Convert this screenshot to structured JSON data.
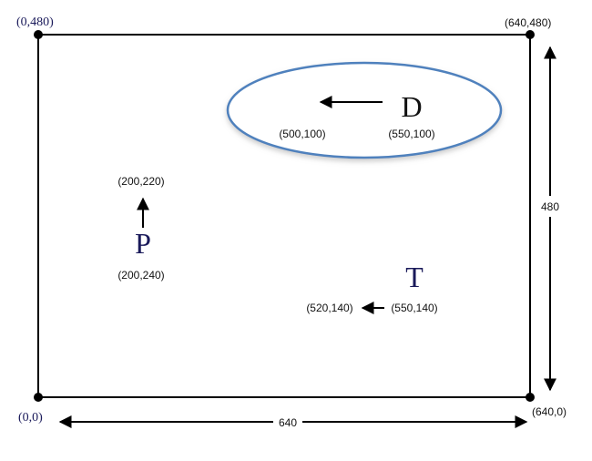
{
  "corners": {
    "top_left": "(0,480)",
    "top_right": "(640,480)",
    "bottom_left": "(0,0)",
    "bottom_right": "(640,0)"
  },
  "dimensions": {
    "height": "480",
    "width": "640"
  },
  "objects": {
    "D": {
      "letter": "D",
      "from": "(550,100)",
      "to": "(500,100)"
    },
    "P": {
      "letter": "P",
      "from": "(200,240)",
      "to": "(200,220)"
    },
    "T": {
      "letter": "T",
      "from": "(550,140)",
      "to": "(520,140)"
    }
  },
  "colors": {
    "ellipse": "#4f81bd",
    "stroke": "#000000"
  }
}
